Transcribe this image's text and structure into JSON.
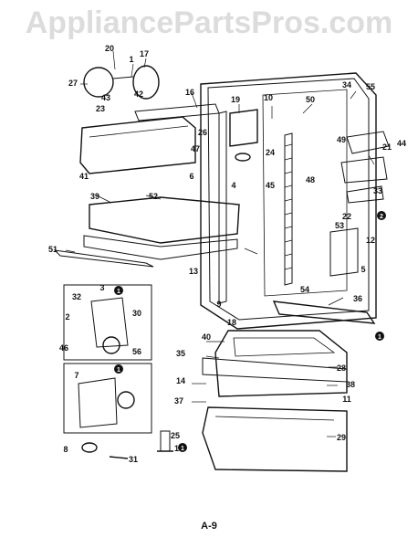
{
  "watermark": "AppliancePartsPros.com",
  "page_code": "A-9",
  "callouts": [
    "20",
    "1",
    "17",
    "27",
    "43",
    "23",
    "42",
    "16",
    "19",
    "10",
    "50",
    "34",
    "55",
    "26",
    "47",
    "41",
    "6",
    "24",
    "4",
    "45",
    "48",
    "21",
    "49",
    "44",
    "52",
    "39",
    "22",
    "33",
    "53",
    "12",
    "51",
    "13",
    "5",
    "9",
    "54",
    "36",
    "18",
    "40",
    "35",
    "28",
    "14",
    "38",
    "37",
    "11",
    "29",
    "15",
    "32",
    "3",
    "2",
    "30",
    "46",
    "56",
    "7",
    "25",
    "8",
    "31"
  ],
  "circled_notes": [
    "1",
    "2"
  ]
}
